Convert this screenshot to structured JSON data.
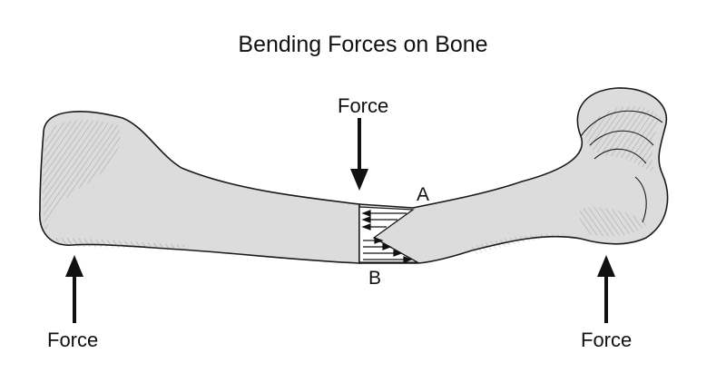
{
  "title": "Bending Forces on Bone",
  "forces": {
    "top": "Force",
    "left": "Force",
    "right": "Force"
  },
  "points": {
    "a": "A",
    "b": "B"
  },
  "colors": {
    "bone_fill": "#dcdcdc",
    "outline": "#1a1a1a",
    "background": "#ffffff"
  }
}
